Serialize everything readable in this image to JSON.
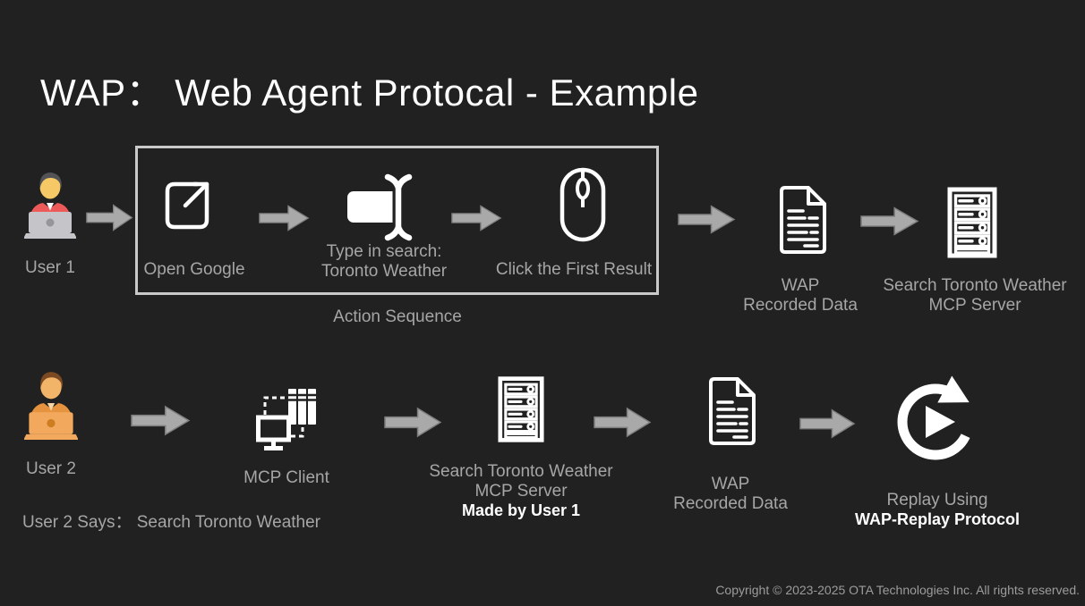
{
  "title": "WAP： Web Agent Protocal - Example",
  "colors": {
    "background": "#212121",
    "label_gray": "#a6a6a6",
    "highlight_white": "#ffffff",
    "arrow_gray": "#a9a9a9",
    "box_border": "#c9c9c9",
    "icon_white": "#ffffff",
    "user1_shirt_red": "#ee5a5a",
    "user2_shirt_orange": "#e6933f"
  },
  "row1": {
    "user": {
      "label": "User 1"
    },
    "steps": {
      "open_google": "Open Google",
      "type_search": {
        "line1": "Type in search:",
        "line2": "Toronto Weather"
      },
      "click_first": "Click the First Result",
      "group_label": "Action Sequence"
    },
    "recorded": {
      "line1": "WAP",
      "line2": "Recorded Data"
    },
    "server": {
      "line1": "Search Toronto Weather",
      "line2": "MCP Server"
    }
  },
  "row2": {
    "user": {
      "label": "User 2"
    },
    "says": "User 2 Says： Search Toronto Weather",
    "client": {
      "label": "MCP Client"
    },
    "server": {
      "line1": "Search Toronto Weather",
      "line2": "MCP Server",
      "line3": "Made by User 1"
    },
    "recorded": {
      "line1": "WAP",
      "line2": "Recorded Data"
    },
    "replay": {
      "line1": "Replay Using",
      "line2": "WAP-Replay Protocol"
    }
  },
  "footer": {
    "copyright": "Copyright © 2023-2025 OTA Technologies Inc. All rights reserved."
  },
  "icons": [
    "user-at-laptop-icon",
    "flow-arrow-icon",
    "external-link-icon",
    "text-cursor-icon",
    "mouse-icon",
    "document-icon",
    "server-icon",
    "mcp-client-icon",
    "replay-icon"
  ]
}
